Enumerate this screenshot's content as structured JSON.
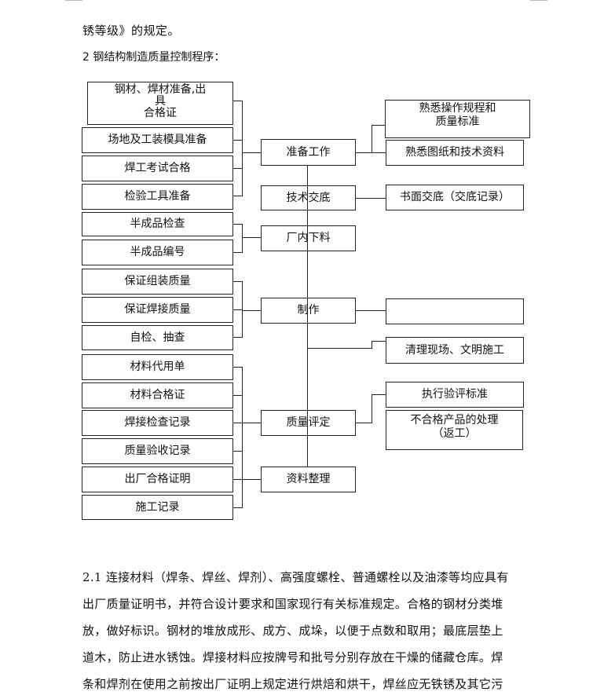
{
  "intro_tail": "锈等级》的规定。",
  "section_heading": "2 钢结构制造质量控制程序：",
  "chart": {
    "left": [
      "钢材、焊材准备,出\n具\n合格证",
      "场地及工装模具准备",
      "焊工考试合格",
      "检验工具准备",
      "半成品检查",
      "半成品编号",
      "保证组装质量",
      "保证焊接质量",
      "自检、抽查",
      "材料代用单",
      "材料合格证",
      "焊接检查记录",
      "质量验收记录",
      "出厂合格证明",
      "施工记录"
    ],
    "center": [
      "准备工作",
      "技术交底",
      "厂内下料",
      "制作",
      "质量评定",
      "资料整理"
    ],
    "right": [
      "熟悉操作规程和\n质量标准",
      "熟悉图纸和技术资料",
      "书面交底（交底记录）",
      "",
      "清理现场、文明施工",
      "执行验评标准",
      "不合格产品的处理\n（返工）"
    ]
  },
  "paragraph_lines": [
    "2.1 连接材料（焊条、焊丝、焊剂）、高强度螺栓、普通螺栓以及油漆等均应具有",
    "出厂质量证明书，并符合设计要求和国家现行有关标准规定。合格的钢材分类堆",
    "放，做好标识。钢材的堆放成形、成方、成垛，以便于点数和取用；最底层垫上",
    "道木，防止进水锈蚀。焊接材料应按牌号和批号分别存放在干燥的储藏仓库。焊",
    "条和焊剂在使用之前按出厂证明上规定进行烘焙和烘干，焊丝应无铁锈及其它污"
  ]
}
